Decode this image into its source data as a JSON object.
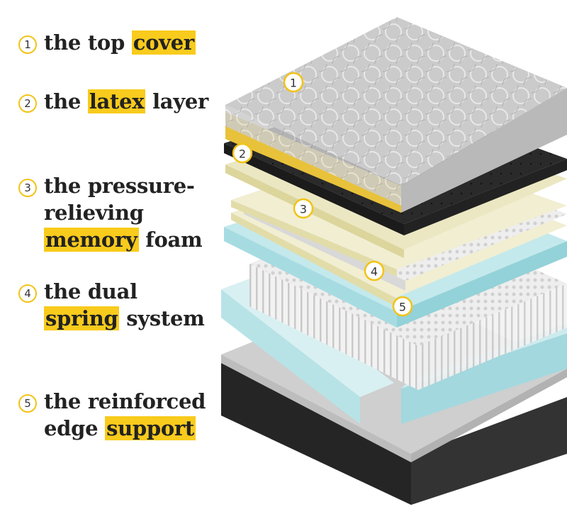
{
  "labels": [
    {
      "number": "1",
      "lines": [
        {
          "before": "the top ",
          "highlight": "cover",
          "after": ""
        }
      ]
    },
    {
      "number": "2",
      "lines": [
        {
          "before": "the ",
          "highlight": "latex",
          "after": " layer"
        }
      ]
    },
    {
      "number": "3",
      "lines": [
        {
          "before": "the pressure-",
          "highlight": "",
          "after": ""
        },
        {
          "before": "relieving",
          "highlight": "",
          "after": ""
        },
        {
          "before": "",
          "highlight": "memory",
          "after": " foam"
        }
      ]
    },
    {
      "number": "4",
      "lines": [
        {
          "before": "the dual",
          "highlight": "",
          "after": ""
        },
        {
          "before": "",
          "highlight": "spring",
          "after": " system"
        }
      ]
    },
    {
      "number": "5",
      "lines": [
        {
          "before": "the reinforced",
          "highlight": "",
          "after": ""
        },
        {
          "before": "edge ",
          "highlight": "support",
          "after": ""
        }
      ]
    }
  ],
  "callouts": [
    "1",
    "2",
    "3",
    "4",
    "5"
  ],
  "colors": {
    "highlight": "#f8cb1c",
    "cover": "#c9c9c9",
    "latex": "#2a2a2a",
    "cream": "#ece8c4",
    "memory_foam": "#a8dde2",
    "springs": "#e9e9e9",
    "base": "#2b2b2b"
  }
}
